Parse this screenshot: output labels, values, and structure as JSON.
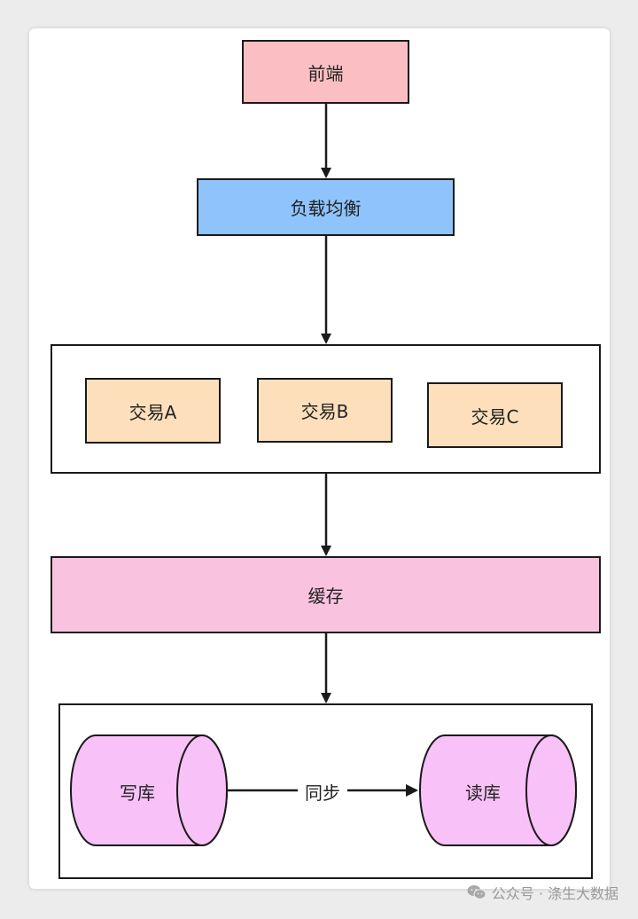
{
  "nodes": {
    "frontend": "前端",
    "load_balancer": "负载均衡",
    "trade_a": "交易A",
    "trade_b": "交易B",
    "trade_c": "交易C",
    "cache": "缓存",
    "write_db": "写库",
    "read_db": "读库"
  },
  "edges": {
    "sync_label": "同步"
  },
  "watermark": {
    "text": "公众号 · 涤生大数据",
    "icon": "wechat-icon"
  },
  "colors": {
    "frontend": "#fbbfc3",
    "load_balancer": "#8fc3fb",
    "trade": "#fde0bb",
    "cache": "#f9c3e0",
    "database": "#f8c1f8"
  }
}
